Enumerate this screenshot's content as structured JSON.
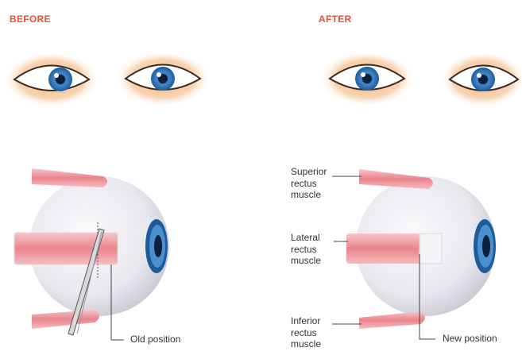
{
  "headings": {
    "before": "BEFORE",
    "after": "AFTER"
  },
  "labels": {
    "superior": "Superior\nrectus\nmuscle",
    "lateral": "Lateral\nrectus\nmuscle",
    "inferior": "Inferior\nrectus\nmuscle",
    "old_position": "Old position",
    "new_position": "New position"
  },
  "colors": {
    "heading": "#e0533b",
    "iris": "#3f86c6",
    "muscle": "#ee9ea4",
    "skin": "#f6c9a0",
    "eyeball": "#e6e6ec"
  }
}
